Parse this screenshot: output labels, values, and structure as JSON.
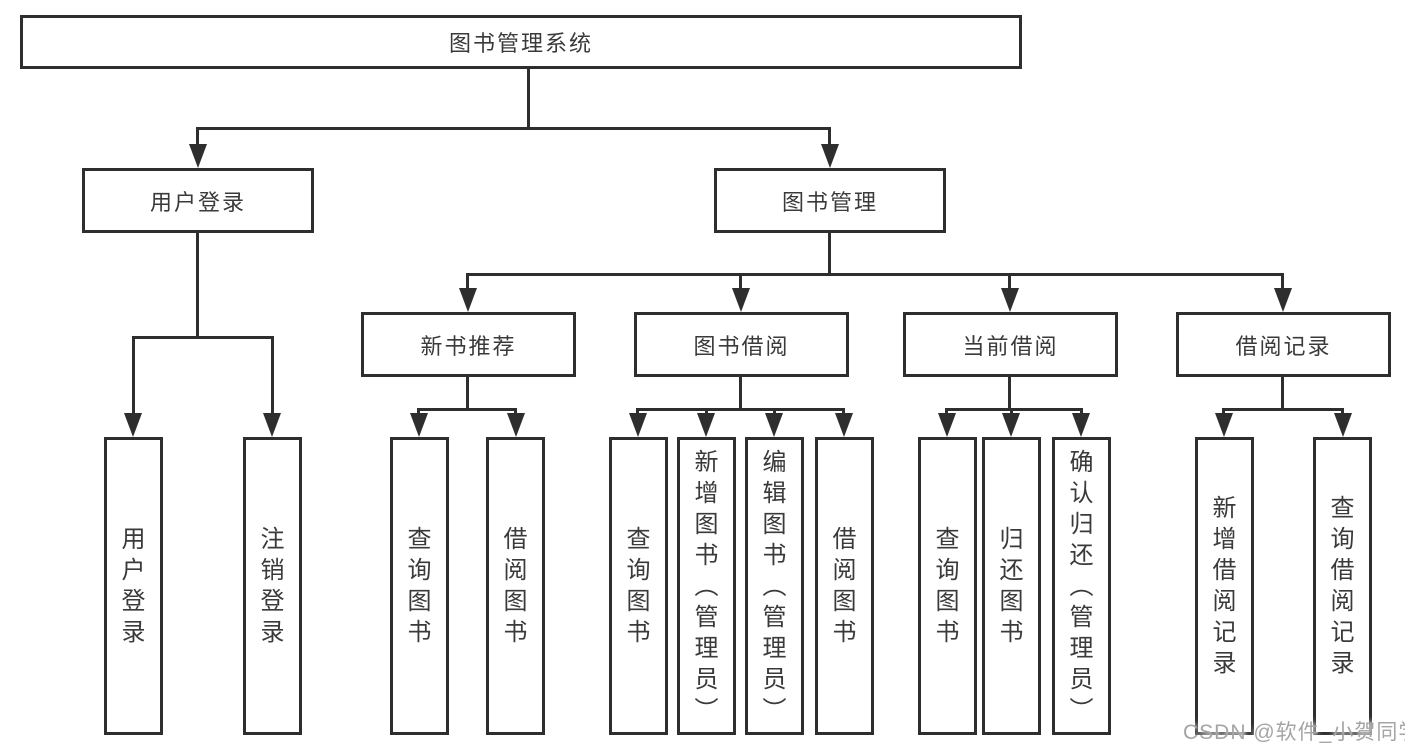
{
  "diagram": {
    "watermark": "CSDN @软件_小贺同学",
    "colors": {
      "line": "#2e2e2e",
      "box_border": "#2e2e2e",
      "text": "#3a3a3a",
      "background": "#ffffff",
      "watermark": "#a5a5a5"
    },
    "tree": {
      "label": "图书管理系统",
      "children": [
        {
          "label": "用户登录",
          "children": [
            {
              "label": "用户登录"
            },
            {
              "label": "注销登录"
            }
          ]
        },
        {
          "label": "图书管理",
          "children": [
            {
              "label": "新书推荐",
              "children": [
                {
                  "label": "查询图书"
                },
                {
                  "label": "借阅图书"
                }
              ]
            },
            {
              "label": "图书借阅",
              "children": [
                {
                  "label": "查询图书"
                },
                {
                  "label": "新增图书（管理员）"
                },
                {
                  "label": "编辑图书（管理员）"
                },
                {
                  "label": "借阅图书"
                }
              ]
            },
            {
              "label": "当前借阅",
              "children": [
                {
                  "label": "查询图书"
                },
                {
                  "label": "归还图书"
                },
                {
                  "label": "确认归还（管理员）"
                }
              ]
            },
            {
              "label": "借阅记录",
              "children": [
                {
                  "label": "新增借阅记录"
                },
                {
                  "label": "查询借阅记录"
                }
              ]
            }
          ]
        }
      ]
    }
  }
}
